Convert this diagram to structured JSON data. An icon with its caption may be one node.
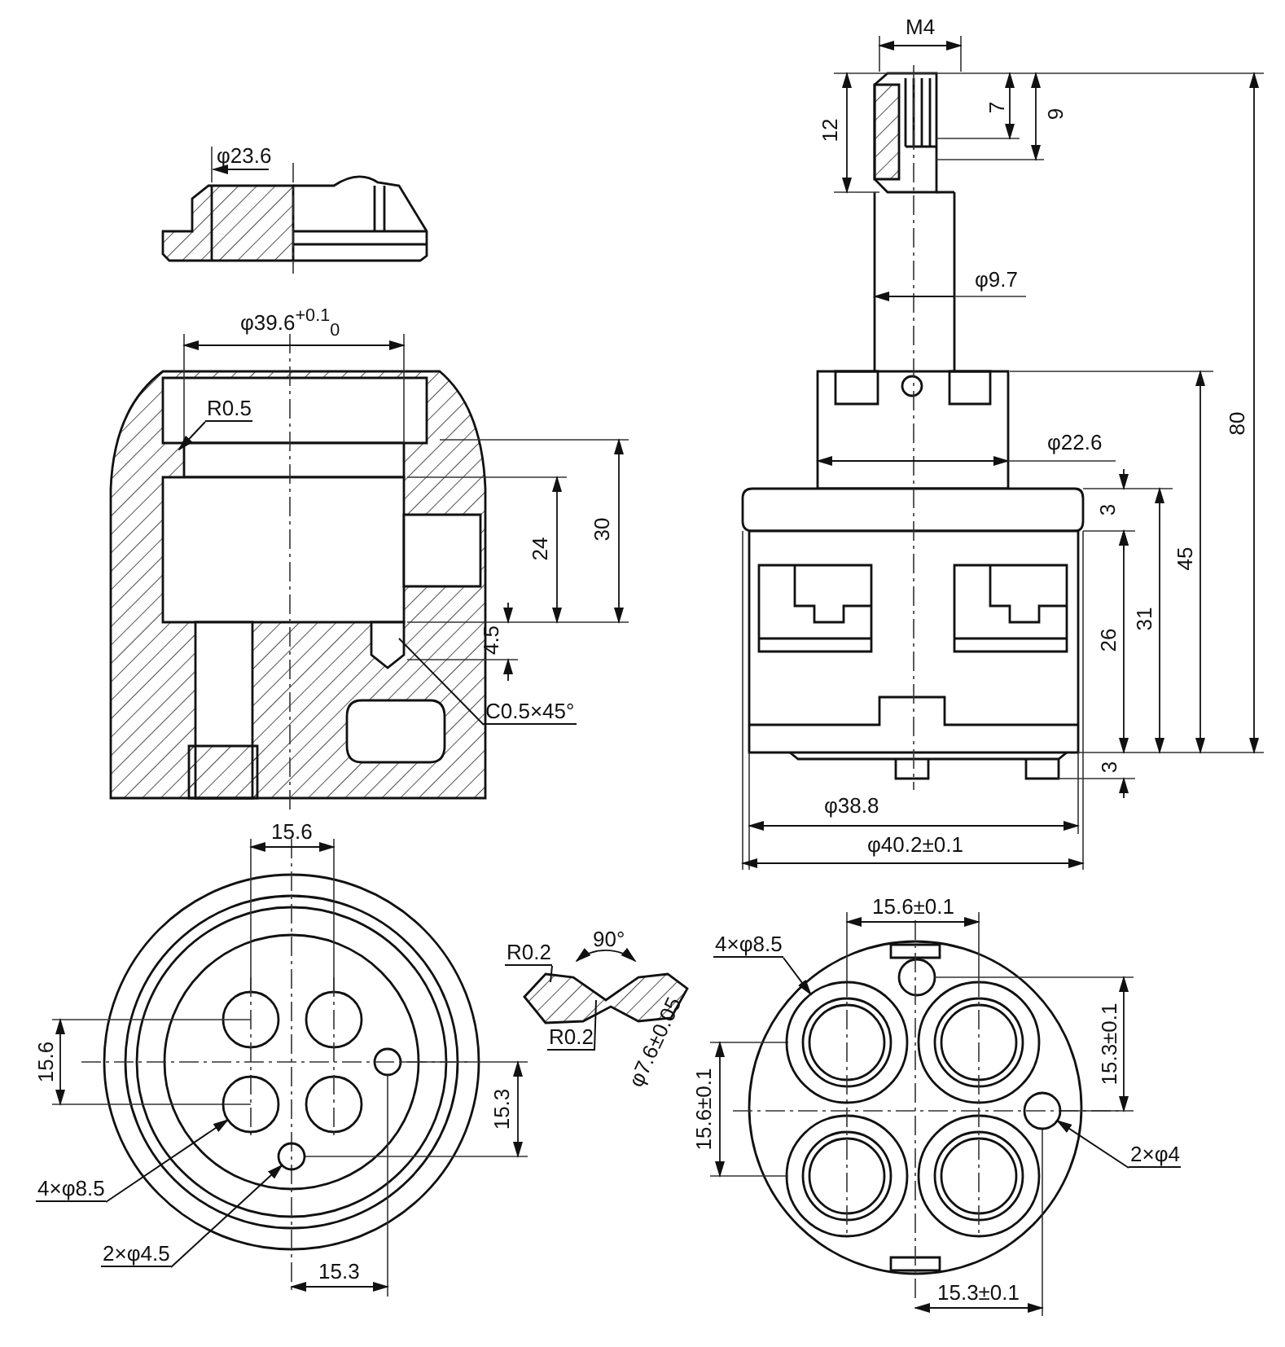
{
  "diagram": {
    "nodes": [
      {
        "text": [
          "R0.5"
        ]
      },
      {
        "text": [
          "C0.5×45°"
        ]
      },
      {
        "text": [
          "4×φ8.5"
        ]
      },
      {
        "text": [
          "2×φ4.5"
        ]
      },
      {
        "text": [
          "R0.2"
        ]
      },
      {
        "text": [
          "R0.2"
        ]
      },
      {
        "text": [
          "4×φ8.5"
        ]
      },
      {
        "text": [
          "2×φ4"
        ]
      },
      {
        "text": [],
        "shape": "circle"
      },
      {
        "text": [],
        "shape": "circle"
      },
      {
        "text": [],
        "shape": "circle"
      },
      {
        "text": [],
        "shape": "circle"
      }
    ],
    "edges": [
      {
        "from": 0,
        "to": null,
        "arrow": "to"
      },
      {
        "from": 1,
        "to": null,
        "arrow": "none"
      },
      {
        "from": 2,
        "to": 8,
        "arrow": "to"
      },
      {
        "from": 3,
        "to": 9,
        "arrow": "to"
      },
      {
        "from": 4,
        "to": null,
        "arrow": "none"
      },
      {
        "from": 5,
        "to": null,
        "arrow": "none"
      },
      {
        "from": 6,
        "to": 10,
        "arrow": "to"
      },
      {
        "from": 7,
        "to": 11,
        "arrow": "to"
      }
    ],
    "labels": [
      "M4",
      "12",
      "7",
      "9",
      "φ23.6",
      "φ9.7",
      "φ39.6$^{+0.1}$$_{0}$",
      "φ22.6",
      "80",
      "30",
      "24",
      "45",
      "3",
      "31",
      "26",
      "4.5",
      "3",
      "φ38.8",
      "φ40.2±0.1",
      "15.6",
      "15.6±0.1",
      "90°",
      "15.6",
      "15.3",
      "φ7.6±0.05",
      "15.6±0.1",
      "15.3±0.1",
      "15.3",
      "15.3±0.1"
    ]
  }
}
